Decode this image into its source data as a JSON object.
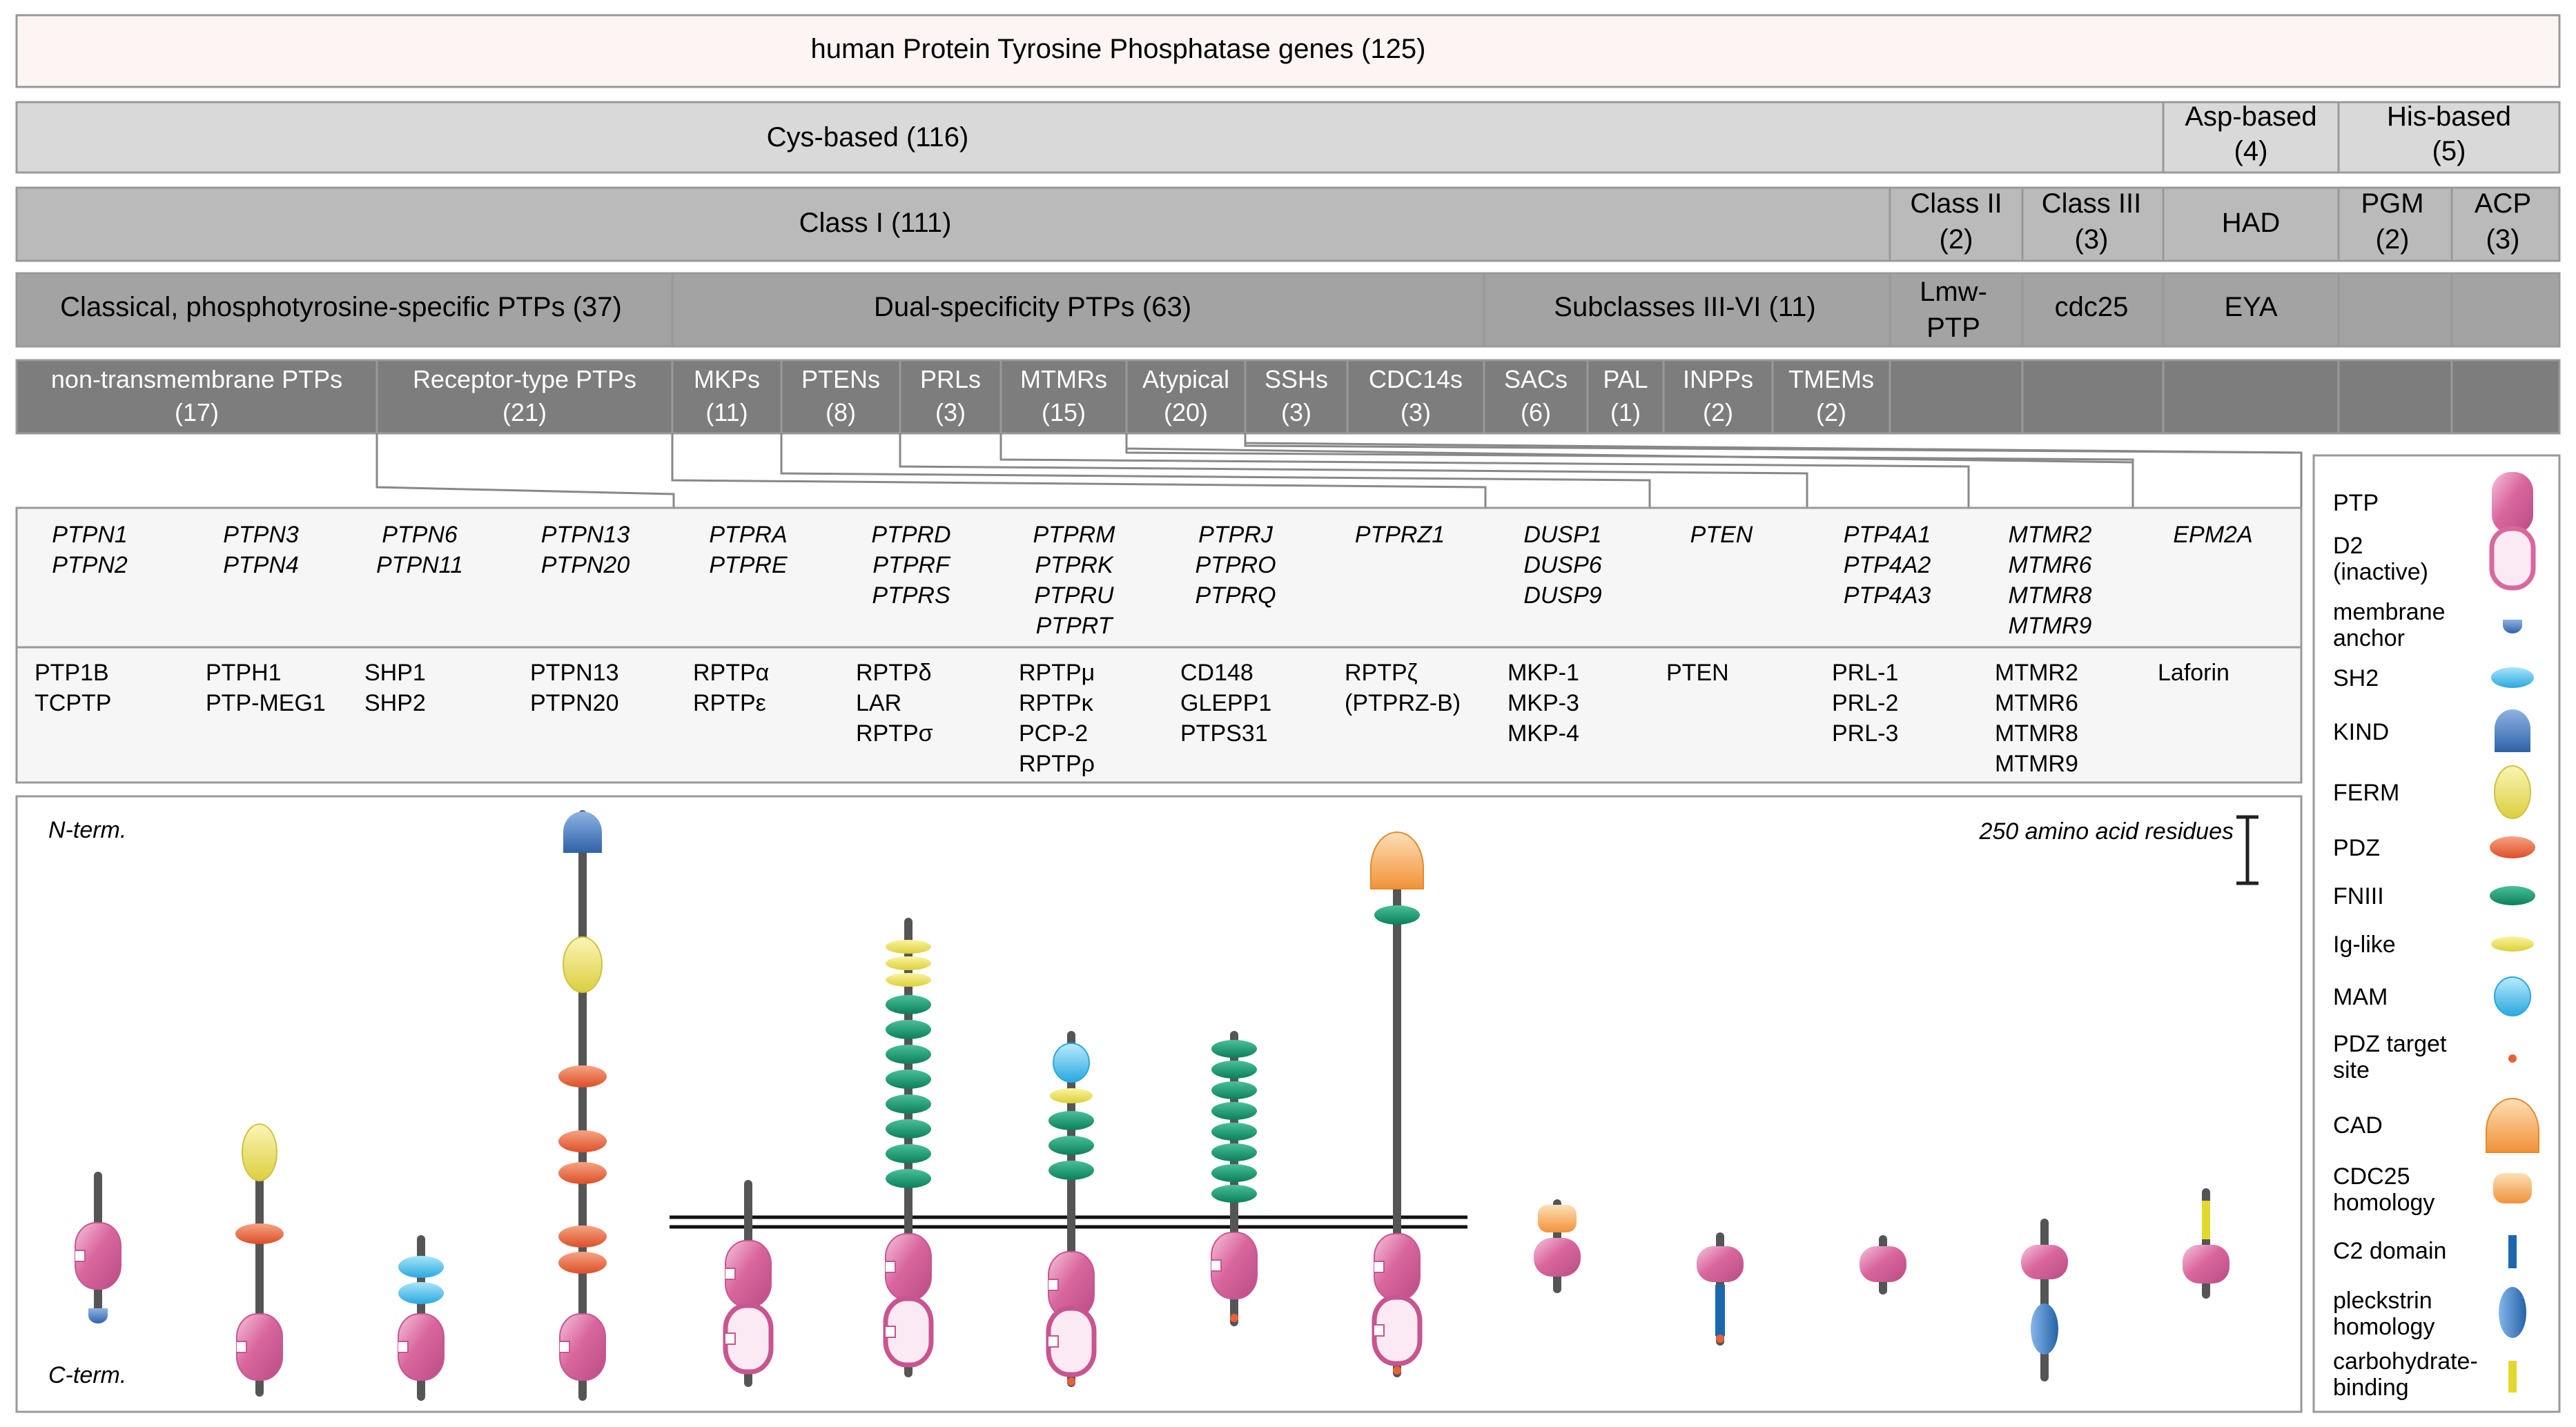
{
  "title": "human Protein Tyrosine Phosphatase genes (125)",
  "row1": {
    "cys": "Cys-based (116)",
    "asp": [
      "Asp-based",
      "(4)"
    ],
    "his": [
      "His-based",
      "(5)"
    ]
  },
  "row2": {
    "class1": "Class I (111)",
    "class2": [
      "Class II",
      "(2)"
    ],
    "class3": [
      "Class III",
      "(3)"
    ],
    "had": "HAD",
    "pgm": [
      "PGM",
      "(2)"
    ],
    "acp": [
      "ACP",
      "(3)"
    ]
  },
  "row3": {
    "classical": "Classical, phosphotyrosine-specific PTPs (37)",
    "dual": "Dual-specificity PTPs (63)",
    "subclasses": "Subclasses III-VI (11)",
    "lmw": [
      "Lmw-",
      "PTP"
    ],
    "cdc25": "cdc25",
    "eya": "EYA"
  },
  "row4": [
    [
      "non-transmembrane PTPs",
      "(17)"
    ],
    [
      "Receptor-type PTPs",
      "(21)"
    ],
    [
      "MKPs",
      "(11)"
    ],
    [
      "PTENs",
      "(8)"
    ],
    [
      "PRLs",
      "(3)"
    ],
    [
      "MTMRs",
      "(15)"
    ],
    [
      "Atypical",
      "(20)"
    ],
    [
      "SSHs",
      "(3)"
    ],
    [
      "CDC14s",
      "(3)"
    ],
    [
      "SACs",
      "(6)"
    ],
    [
      "PAL",
      "(1)"
    ],
    [
      "INPPs",
      "(2)"
    ],
    [
      "TMEMs",
      "(2)"
    ]
  ],
  "columns": [
    {
      "genes": [
        "PTPN1",
        "PTPN2"
      ],
      "proteins": [
        "PTP1B",
        "TCPTP"
      ]
    },
    {
      "genes": [
        "PTPN3",
        "PTPN4"
      ],
      "proteins": [
        "PTPH1",
        "PTP-MEG1"
      ]
    },
    {
      "genes": [
        "PTPN6",
        "PTPN11"
      ],
      "proteins": [
        "SHP1",
        "SHP2"
      ]
    },
    {
      "genes": [
        "PTPN13",
        "PTPN20"
      ],
      "proteins": [
        "PTPN13",
        "PTPN20"
      ]
    },
    {
      "genes": [
        "PTPRA",
        "PTPRE"
      ],
      "proteins": [
        "RPTPα",
        "RPTPε"
      ]
    },
    {
      "genes": [
        "PTPRD",
        "PTPRF",
        "PTPRS"
      ],
      "proteins": [
        "RPTPδ",
        "LAR",
        "RPTPσ"
      ]
    },
    {
      "genes": [
        "PTPRM",
        "PTPRK",
        "PTPRU",
        "PTPRT"
      ],
      "proteins": [
        "RPTPμ",
        "RPTPκ",
        "PCP-2",
        "RPTPρ"
      ]
    },
    {
      "genes": [
        "PTPRJ",
        "PTPRO",
        "PTPRQ"
      ],
      "proteins": [
        "CD148",
        "GLEPP1",
        "PTPS31"
      ]
    },
    {
      "genes": [
        "PTPRZ1"
      ],
      "proteins": [
        "RPTPζ",
        "(PTPRZ-B)"
      ]
    },
    {
      "genes": [
        "DUSP1",
        "DUSP6",
        "DUSP9"
      ],
      "proteins": [
        "MKP-1",
        "MKP-3",
        "MKP-4"
      ]
    },
    {
      "genes": [
        "PTEN"
      ],
      "proteins": [
        "PTEN"
      ]
    },
    {
      "genes": [
        "PTP4A1",
        "PTP4A2",
        "PTP4A3"
      ],
      "proteins": [
        "PRL-1",
        "PRL-2",
        "PRL-3"
      ]
    },
    {
      "genes": [
        "MTMR2",
        "MTMR6",
        "MTMR8",
        "MTMR9"
      ],
      "proteins": [
        "MTMR2",
        "MTMR6",
        "MTMR8",
        "MTMR9"
      ]
    },
    {
      "genes": [
        "EPM2A"
      ],
      "proteins": [
        "Laforin"
      ]
    }
  ],
  "domains_panel": {
    "n_term": "N-term.",
    "c_term": "C-term.",
    "scale_label": "250 amino acid residues"
  },
  "legend": [
    {
      "key": "ptp",
      "label": [
        "PTP"
      ]
    },
    {
      "key": "d2",
      "label": [
        "D2",
        "(inactive)"
      ]
    },
    {
      "key": "membrane",
      "label": [
        "membrane",
        "anchor"
      ]
    },
    {
      "key": "sh2",
      "label": [
        "SH2"
      ]
    },
    {
      "key": "kind",
      "label": [
        "KIND"
      ]
    },
    {
      "key": "ferm",
      "label": [
        "FERM"
      ]
    },
    {
      "key": "pdz",
      "label": [
        "PDZ"
      ]
    },
    {
      "key": "fniii",
      "label": [
        "FNIII"
      ]
    },
    {
      "key": "ig",
      "label": [
        "Ig-like"
      ]
    },
    {
      "key": "mam",
      "label": [
        "MAM"
      ]
    },
    {
      "key": "pdzt",
      "label": [
        "PDZ target",
        "site"
      ]
    },
    {
      "key": "cad",
      "label": [
        "CAD"
      ]
    },
    {
      "key": "cdc25h",
      "label": [
        "CDC25",
        "homology"
      ]
    },
    {
      "key": "c2",
      "label": [
        "C2 domain"
      ]
    },
    {
      "key": "ph",
      "label": [
        "pleckstrin",
        "homology"
      ]
    },
    {
      "key": "cbm",
      "label": [
        "carbohydrate-",
        "binding"
      ]
    }
  ],
  "colors": {
    "ptp": "#d9679e",
    "ptp_light": "#f0b8d4",
    "sh2": "#3cb8e6",
    "kind": "#2f62a8",
    "ferm": "#e6dc5a",
    "pdz": "#e8603a",
    "fniii": "#12946c",
    "ig": "#e6dc50",
    "mam": "#37b3e3",
    "cad": "#f4a04e",
    "c2": "#1c68b0",
    "ph": "#2f7ac2",
    "cbm": "#e3d92e",
    "stalk": "#555555"
  }
}
